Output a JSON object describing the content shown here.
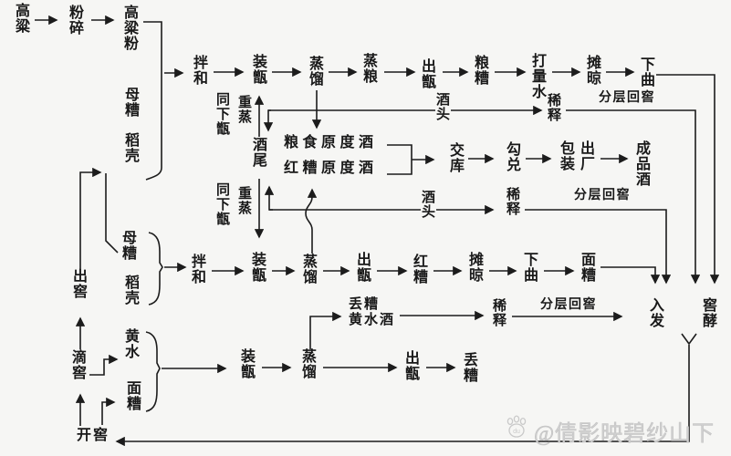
{
  "diagram": {
    "background": "#f6f6f4",
    "ink_color": "#1c1c1c",
    "watermark_color": "#cccccc",
    "labels": {
      "gaoliang": "高粱",
      "fensui": "粉碎",
      "gaoliangfen": "高粱粉",
      "mucao1": "母糟",
      "daoke1": "稻壳",
      "banhe1": "拌和",
      "zhuangzeng1": "装甑",
      "zhengliu1": "蒸馏",
      "zhengliang": "蒸粮",
      "chuzeng1": "出甑",
      "liangzao": "粮糟",
      "daliangshui": "打量水",
      "tanliang1": "摊晾",
      "xiaqu1": "下曲",
      "tongxiazeng1": "同下甑",
      "chongzheng1": "重蒸",
      "jiuwei": "酒尾",
      "jiutou1": "酒头",
      "xishi1": "稀释",
      "fenceng1": "分层回窖",
      "liangshi_yuanjiu": "粮食原度酒",
      "hongzao_yuanjiu": "红糟原度酒",
      "jiaoku": "交库",
      "goudui": "勾兑",
      "baozhuang": "包装",
      "chuchang": "出厂",
      "chengpinjiu": "成品酒",
      "tongxiazeng2": "同下甑",
      "chongzheng2": "重蒸",
      "jiutou2": "酒头",
      "xishi2": "稀释",
      "fenceng2": "分层回窖",
      "mucao2": "母糟",
      "daoke2": "稻壳",
      "banhe2": "拌和",
      "zhuangzeng2": "装甑",
      "zhengliu2": "蒸馏",
      "chuzeng2": "出甑",
      "hongzao": "红糟",
      "tanliang2": "摊晾",
      "xiaqu2": "下曲",
      "miancao2": "面糟",
      "rujiao_col1": "入发",
      "rujiao_col2": "窖酵",
      "chujiao": "出窖",
      "dijiao": "滴窖",
      "kaijiao": "开窖",
      "huangshui": "黄水",
      "miancao3": "面糟",
      "zhuangzeng3": "装甑",
      "zhengliu3": "蒸馏",
      "chuzeng3": "出甑",
      "diuzao": "丢糟",
      "diuzao_huangshuijiu_l1": "丢糟",
      "diuzao_huangshuijiu_l2": "黄水酒",
      "xishi3": "稀释",
      "fenceng3": "分层回窖"
    },
    "watermark": {
      "icon": "paw-icon",
      "text": "@倩影映碧纱山下"
    }
  }
}
